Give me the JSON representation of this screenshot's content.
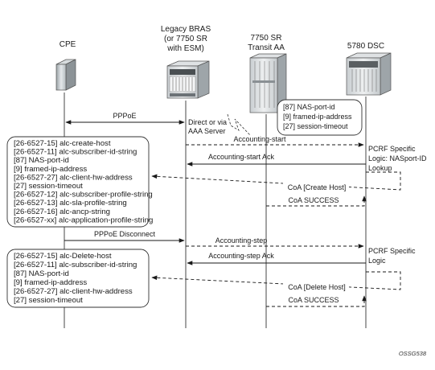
{
  "headers": {
    "cpe": "CPE",
    "bras": [
      "Legacy BRAS",
      "(or 7750 SR",
      "with ESM)"
    ],
    "transit": [
      "7750 SR",
      "Transit AA"
    ],
    "dsc": "5780 DSC"
  },
  "labels": {
    "pppoe": "PPPoE",
    "direct_via": [
      "Direct or via",
      "AAA Server"
    ],
    "acct_start": "Accounting-start",
    "pcrf1": [
      "PCRF Specific",
      "Logic: NASport-ID",
      "Lookup"
    ],
    "acct_start_ack": "Accounting-start Ack",
    "coa_create": "CoA [Create Host]",
    "coa_success_1": "CoA SUCCESS",
    "pppoe_disconnect": "PPPoE Disconnect",
    "acct_step": "Accounting-step",
    "pcrf2": [
      "PCRF Specific",
      "Logic"
    ],
    "acct_step_ack": "Accounting-step Ack",
    "coa_delete": "CoA [Delete Host]",
    "coa_success_2": "CoA SUCCESS",
    "figure_id": "OSSG538"
  },
  "dsc_box": [
    "[87] NAS-port-id",
    "[9] framed-ip-address",
    "[27] session-timeout"
  ],
  "box1": [
    {
      "text": "[26-6527-15] alc-create-host",
      "color": "#1a1a1a"
    },
    {
      "text": "[26-6527-11] alc-subscriber-id-string",
      "color": "#e8262b"
    },
    {
      "text": "[87] NAS-port-id",
      "color": "#1c1cc8"
    },
    {
      "text": "[9] framed-ip-address",
      "color": "#1c1cc8"
    },
    {
      "text": "[26-6527-27] alc-client-hw-address",
      "color": "#e8262b"
    },
    {
      "text": "[27] session-timeout",
      "color": "#1c1cc8"
    },
    {
      "text": "[26-6527-12] alc-subscriber-profile-string",
      "color": "#e8262b"
    },
    {
      "text": "[26-6527-13] alc-sla-profile-string",
      "color": "#e8262b"
    },
    {
      "text": "[26-6527-16] alc-ancp-string",
      "color": "#e8262b"
    },
    {
      "text": "[26-6527-xx] alc-application-profile-string",
      "color": "#e8262b"
    }
  ],
  "box2": [
    {
      "text": "[26-6527-15] alc-Delete-host",
      "color": "#1a1a1a"
    },
    {
      "text": "[26-6527-11] alc-subscriber-id-string",
      "color": "#e8262b"
    },
    {
      "text": "[87] NAS-port-id",
      "color": "#1c1cc8"
    },
    {
      "text": "[9] framed-ip-address",
      "color": "#1c1cc8"
    },
    {
      "text": "[26-6527-27] alc-client-hw-address",
      "color": "#e8262b"
    },
    {
      "text": "[27] session-timeout",
      "color": "#1c1cc8"
    }
  ]
}
